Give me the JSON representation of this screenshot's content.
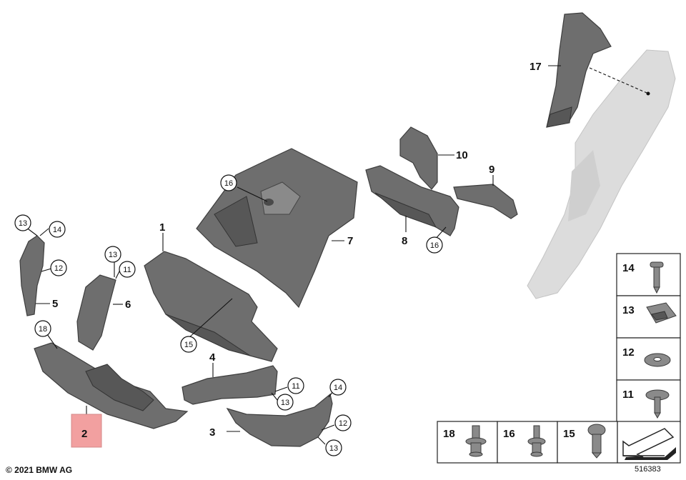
{
  "copyright": "© 2021 BMW AG",
  "doc_number": "516383",
  "labels": {
    "p1": "1",
    "p2": "2",
    "p3": "3",
    "p4": "4",
    "p5": "5",
    "p6": "6",
    "p7": "7",
    "p8": "8",
    "p9": "9",
    "p10": "10",
    "p17": "17"
  },
  "callouts": {
    "c16a": "16",
    "c16b": "16",
    "c15": "15",
    "c13a": "13",
    "c14a": "14",
    "c12a": "12",
    "c13b": "13",
    "c11b": "11",
    "c18": "18",
    "c11c": "11",
    "c13c": "13",
    "c14d": "14",
    "c12d": "12",
    "c13d": "13"
  },
  "fastener_table": {
    "column": [
      "14",
      "13",
      "12",
      "11"
    ],
    "row": [
      "18",
      "16",
      "15"
    ]
  },
  "colors": {
    "highlight": "#f2a0a0",
    "part": "#6e6e6e",
    "ghost": "#dcdcdc"
  }
}
